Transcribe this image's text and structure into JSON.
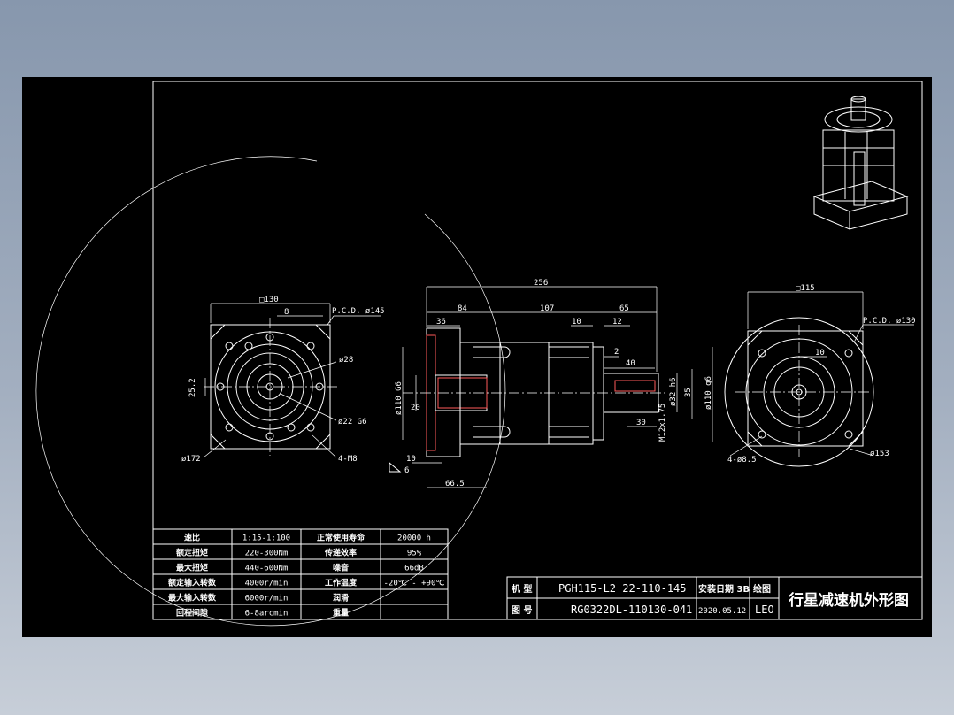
{
  "front_view": {
    "square": "□130",
    "key_width": "8",
    "pcd": "P.C.D. ø145",
    "shaft_dia": "ø28",
    "key_height": "25.2",
    "pilot": "ø22 G6",
    "outer": "ø172",
    "holes": "4-M8"
  },
  "side_view": {
    "total_length": "256",
    "len_84": "84",
    "len_107": "107",
    "len_65": "65",
    "len_36": "36",
    "len_10a": "10",
    "len_12": "12",
    "len_2": "2",
    "len_40": "40",
    "dia_110g6": "ø110 G6",
    "dia_20": "20",
    "dia_32h6": "ø32 h6",
    "dia_35": "35",
    "dia_110h6_right": "ø110 g6",
    "thread": "M12x1.75",
    "len_30": "30",
    "len_10b": "10",
    "len_66_5": "66.5",
    "len_6": "6"
  },
  "rear_view": {
    "square": "□115",
    "pcd": "P.C.D. ø130",
    "key": "10",
    "holes": "4-ø8.5",
    "outer": "ø153"
  },
  "spec_table": [
    [
      "速比",
      "1:15-1:100",
      "正常使用寿命",
      "20000 h"
    ],
    [
      "额定扭矩",
      "220-300Nm",
      "传递效率",
      "95%"
    ],
    [
      "最大扭矩",
      "440-600Nm",
      "噪音",
      "66dB"
    ],
    [
      "额定输入转数",
      "4000r/min",
      "工作温度",
      "-20℃ - +90℃"
    ],
    [
      "最大输入转数",
      "6000r/min",
      "润滑",
      ""
    ],
    [
      "回程间隙",
      "6-8arcmin",
      "重量",
      ""
    ]
  ],
  "title_block": {
    "model_label": "机 型",
    "model_value": "PGH115-L2 22-110-145",
    "drawing_label": "图 号",
    "drawing_value": "RG0322DL-110130-041",
    "cell_mid_top": "安装日期 3B",
    "cell_mid_bottom": "2020.05.12",
    "drawer_label": "绘图",
    "drawer_value": "LEO",
    "title": "行星减速机外形图"
  }
}
